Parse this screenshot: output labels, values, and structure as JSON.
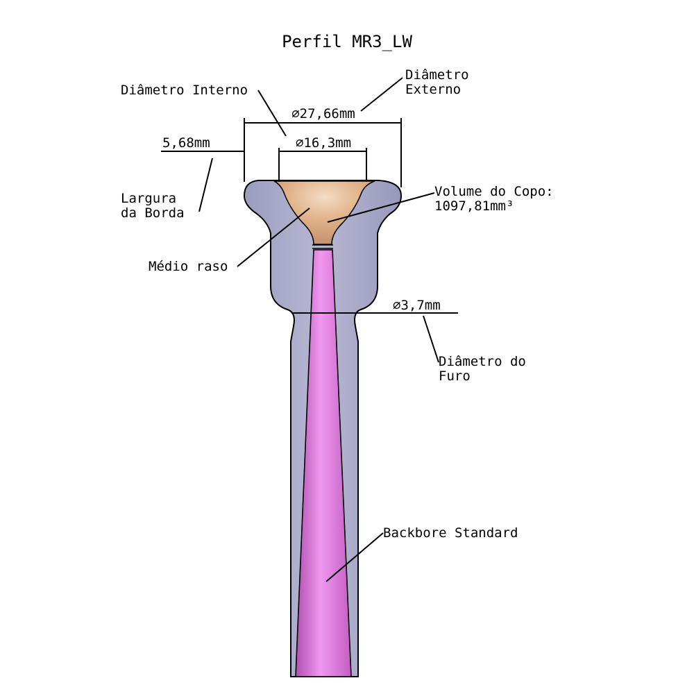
{
  "title": "Perfil MR3_LW",
  "labels": {
    "diametro_externo_l1": "Diâmetro",
    "diametro_externo_l2": "Externo",
    "diametro_interno": "Diâmetro Interno",
    "dim_externo": "⌀27,66mm",
    "dim_interno": "⌀16,3mm",
    "dim_borda": "5,68mm",
    "largura_l1": "Largura",
    "largura_l2": "da Borda",
    "volume_l1": "Volume do Copo:",
    "volume_l2": "1097,81mm³",
    "medio_raso": "Médio raso",
    "dim_furo": "⌀3,7mm",
    "furo_l1": "Diâmetro do",
    "furo_l2": "Furo",
    "backbore": "Backbore Standard"
  },
  "colors": {
    "body": "#a7a7c6",
    "cup": "#dcae86",
    "backbore": "#e07fe0",
    "background": "#ffffff"
  }
}
